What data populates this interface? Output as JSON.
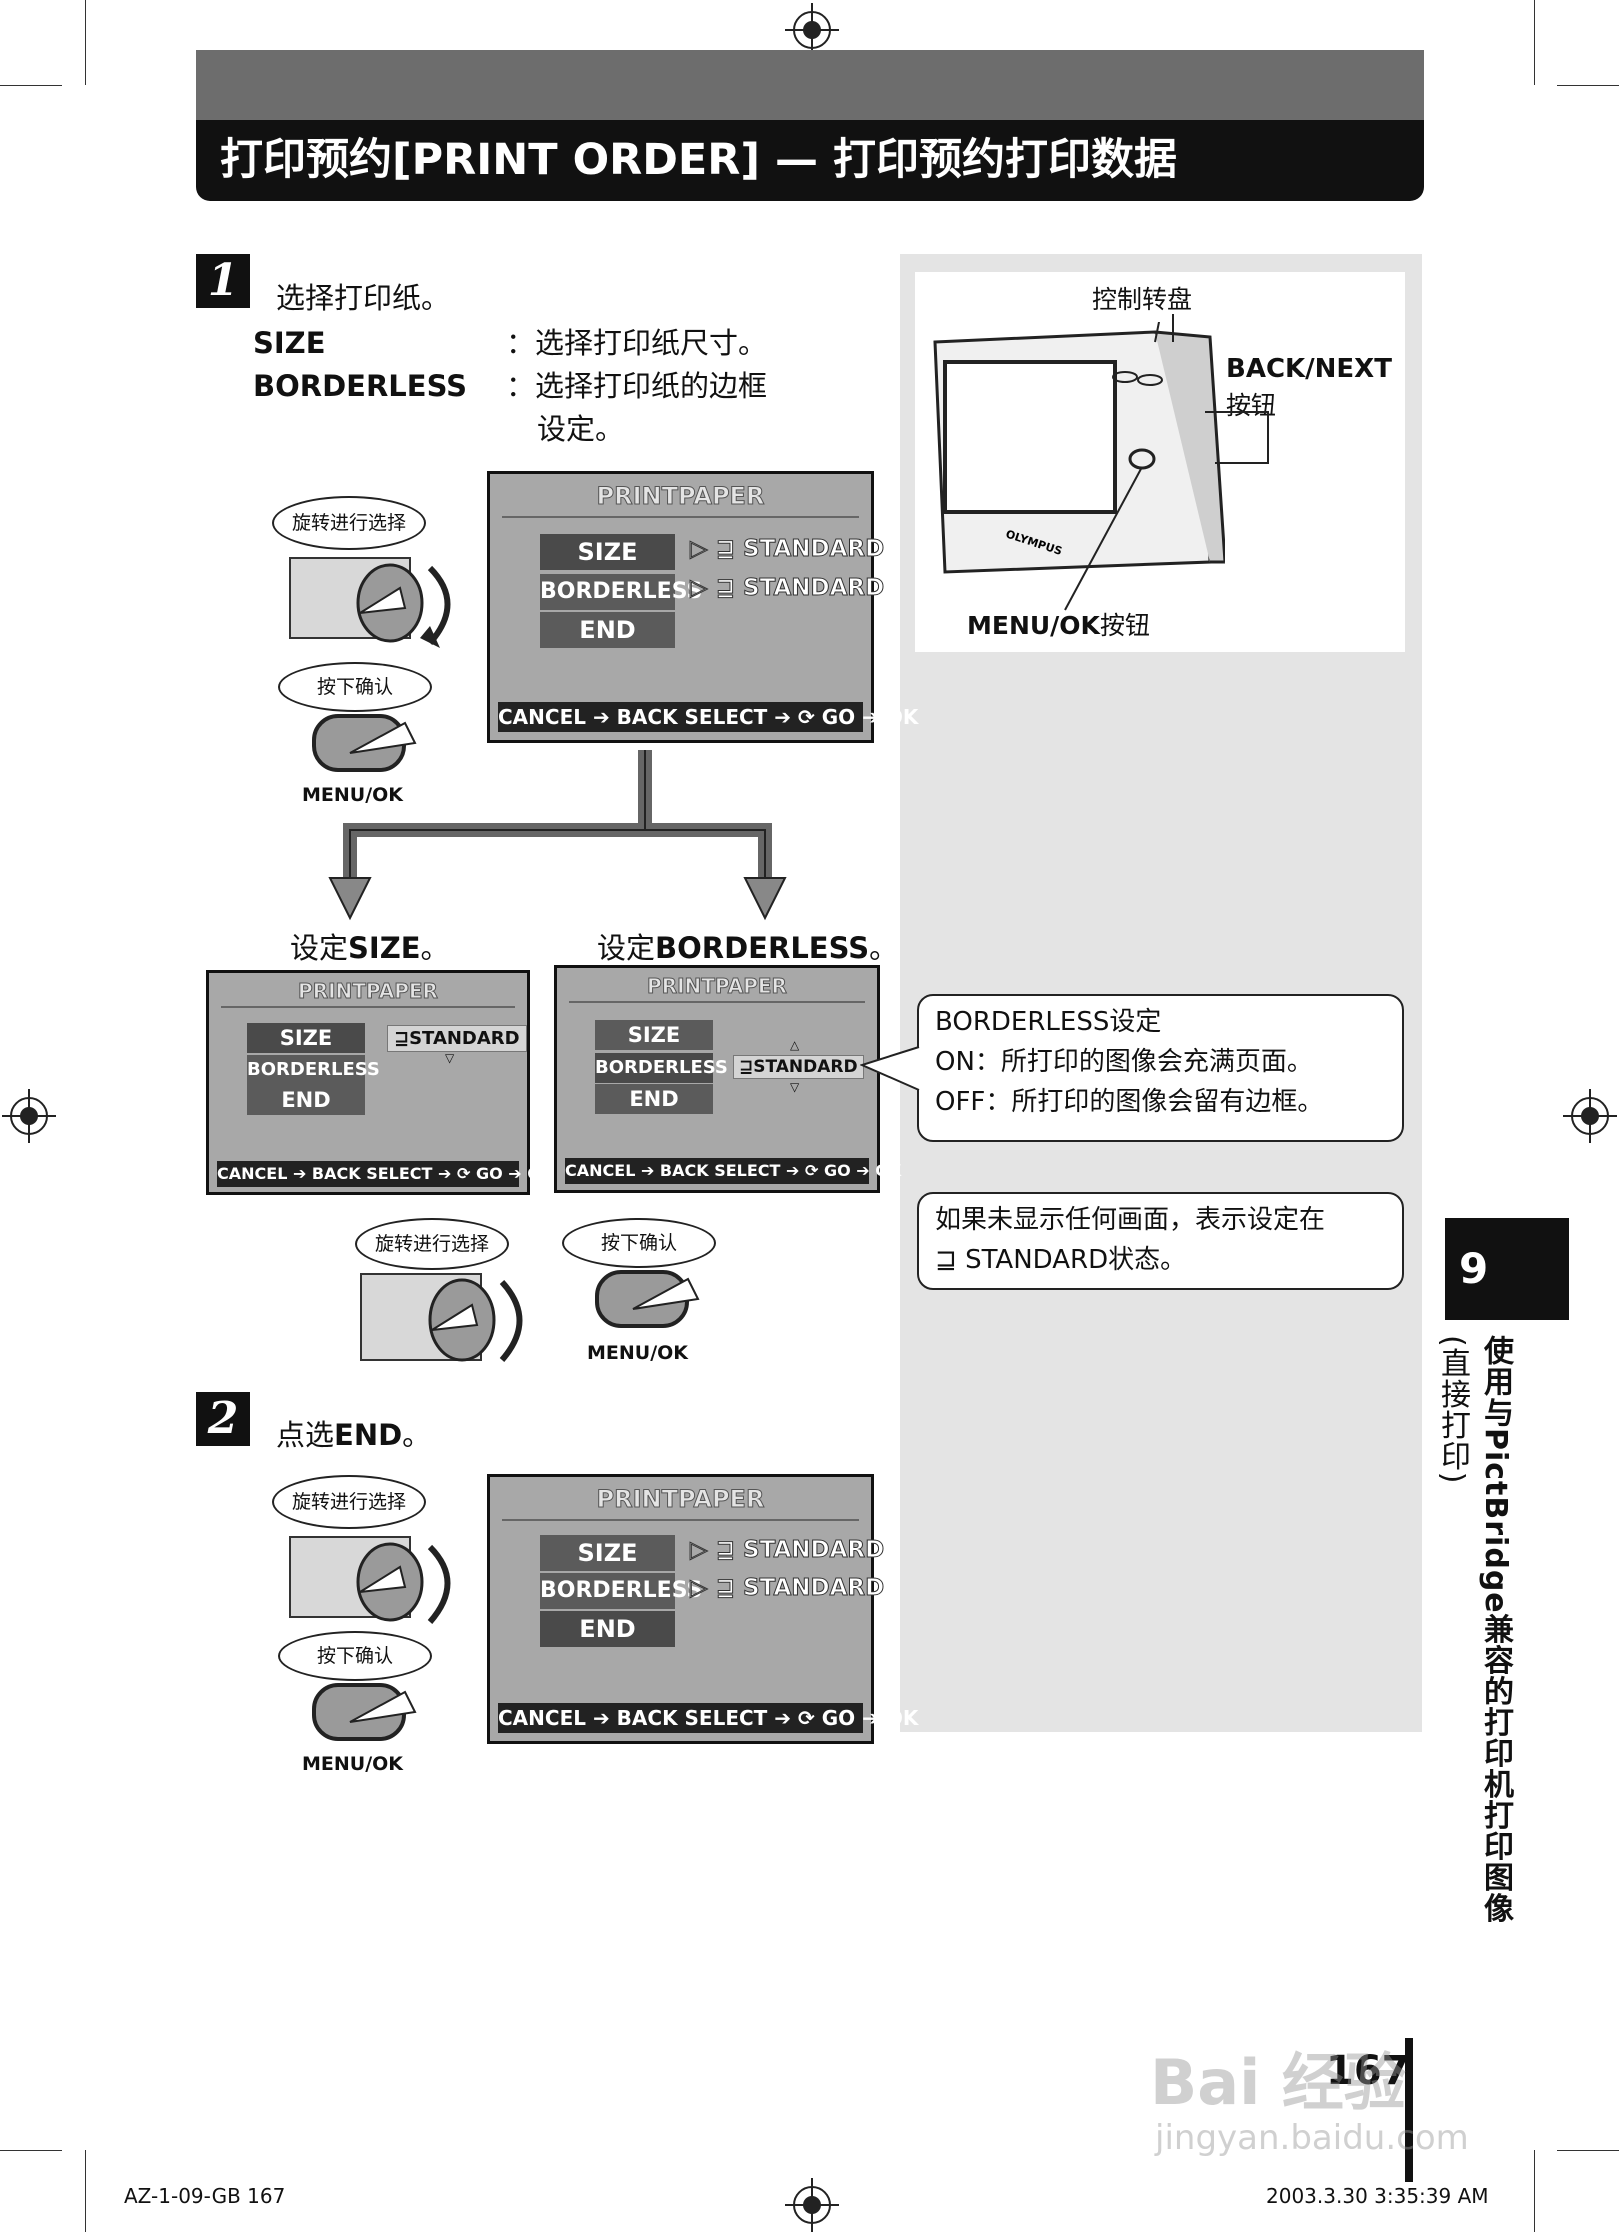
{
  "header": {
    "title": "打印预约[PRINT ORDER] — 打印预约打印数据"
  },
  "step1": {
    "number": "1",
    "instruction": "选择打印纸。",
    "size_label": "SIZE",
    "size_desc": "：选择打印纸尺寸。",
    "borderless_label": "BORDERLESS",
    "borderless_desc_1": "：选择打印纸的边框",
    "borderless_desc_2": "设定。"
  },
  "step2": {
    "number": "2",
    "instruction_prefix": "点选",
    "instruction_bold": "END",
    "instruction_suffix": "。"
  },
  "controls": {
    "rotate": "旋转进行选择",
    "press": "按下确认",
    "menu_ok": "MENU/OK"
  },
  "lcd": {
    "title": "PRINTPAPER",
    "items": [
      "SIZE",
      "BORDERLESS",
      "END"
    ],
    "value": "STANDARD",
    "bar": "CANCEL ➔ BACK  SELECT ➔ ⟳  GO ➔ OK"
  },
  "branch": {
    "left_label_prefix": "设定",
    "left_label_bold": "SIZE",
    "left_label_suffix": "。",
    "right_label_prefix": "设定",
    "right_label_bold": "BORDERLESS",
    "right_label_suffix": "。"
  },
  "camera": {
    "dial": "控制转盘",
    "back_next": "BACK/NEXT",
    "button_suffix": "按钮",
    "menu_ok": "MENU/OK",
    "brand": "OLYMPUS"
  },
  "notes": {
    "borderless_title": "BORDERLESS设定",
    "borderless_on": "ON：所打印的图像会充满页面。",
    "borderless_off": "OFF：所打印的图像会留有边框。",
    "default_1": "如果未显示任何画面，表示设定在",
    "default_2": "STANDARD状态。"
  },
  "side_tab": {
    "number": "9",
    "text_1": "使用与PictBridge兼容的打印机打印图像",
    "text_2": "(直接打印)"
  },
  "page_number": "167",
  "watermark": {
    "brand": "Bai 经验",
    "url": "jingyan.baidu.com"
  },
  "footer": {
    "left": "AZ-1-09-GB   167",
    "right": "2003.3.30   3:35:39 AM"
  }
}
